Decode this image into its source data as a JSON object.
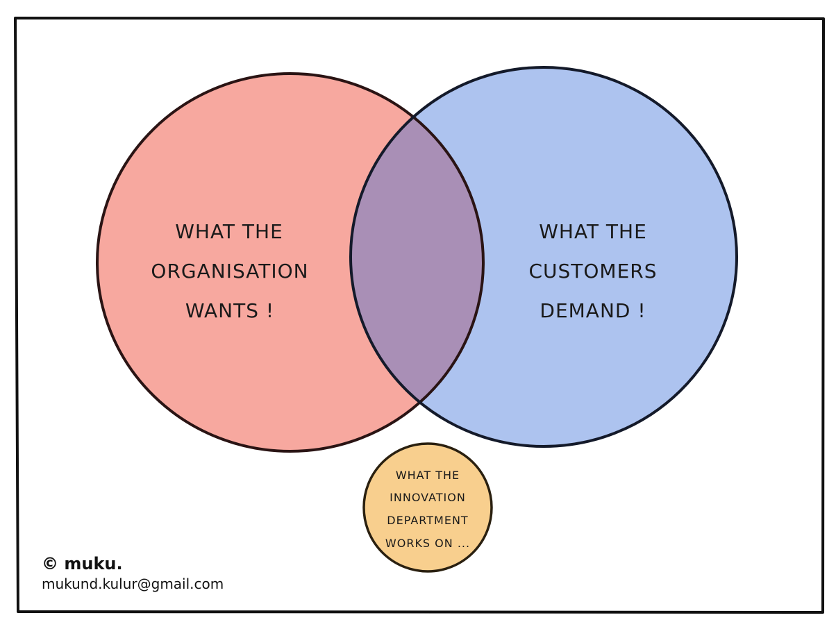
{
  "diagram": {
    "type": "venn",
    "left_circle": {
      "lines": [
        "WHAT THE",
        "ORGANISATION",
        "WANTS !"
      ],
      "fill": "#f7a39a",
      "stroke": "#2a1414"
    },
    "right_circle": {
      "lines": [
        "WHAT THE",
        "CUSTOMERS",
        "DEMAND !"
      ],
      "fill": "#a9c0ee",
      "stroke": "#141a2a"
    },
    "overlap_fill": "#a98fb6",
    "small_circle": {
      "lines": [
        "WHAT THE",
        "INNOVATION",
        "DEPARTMENT",
        "WORKS ON ..."
      ],
      "fill": "#f8cf8e",
      "stroke": "#2a2010"
    }
  },
  "credit": {
    "name": "© muku.",
    "email": "mukund.kulur@gmail.com"
  }
}
